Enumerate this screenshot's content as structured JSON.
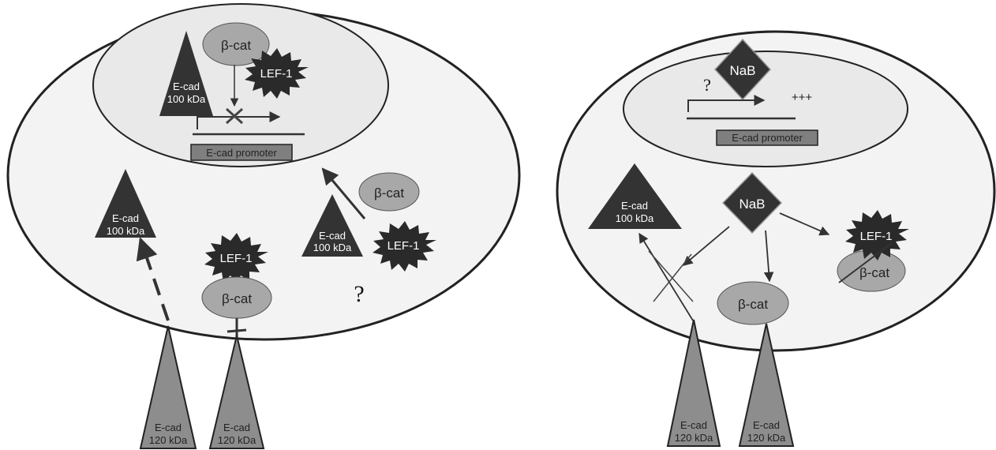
{
  "labels": {
    "bcat": "β-cat",
    "lef1": "LEF-1",
    "ecad": "E-cad",
    "kda100": "100 kDa",
    "kda120": "120 kDa",
    "promoter": "E-cad promoter",
    "nab": "NaB",
    "question": "?",
    "plus": "+++"
  },
  "colors": {
    "cell_fill": "#f3f3f3",
    "nucleus_fill": "#e9e9e9",
    "dark": "#333333",
    "mid_gray": "#9a9a9a",
    "membrane_triangle": "#8d8d8d",
    "promoter_box": "#7f7f7f",
    "outline": "#222222"
  }
}
